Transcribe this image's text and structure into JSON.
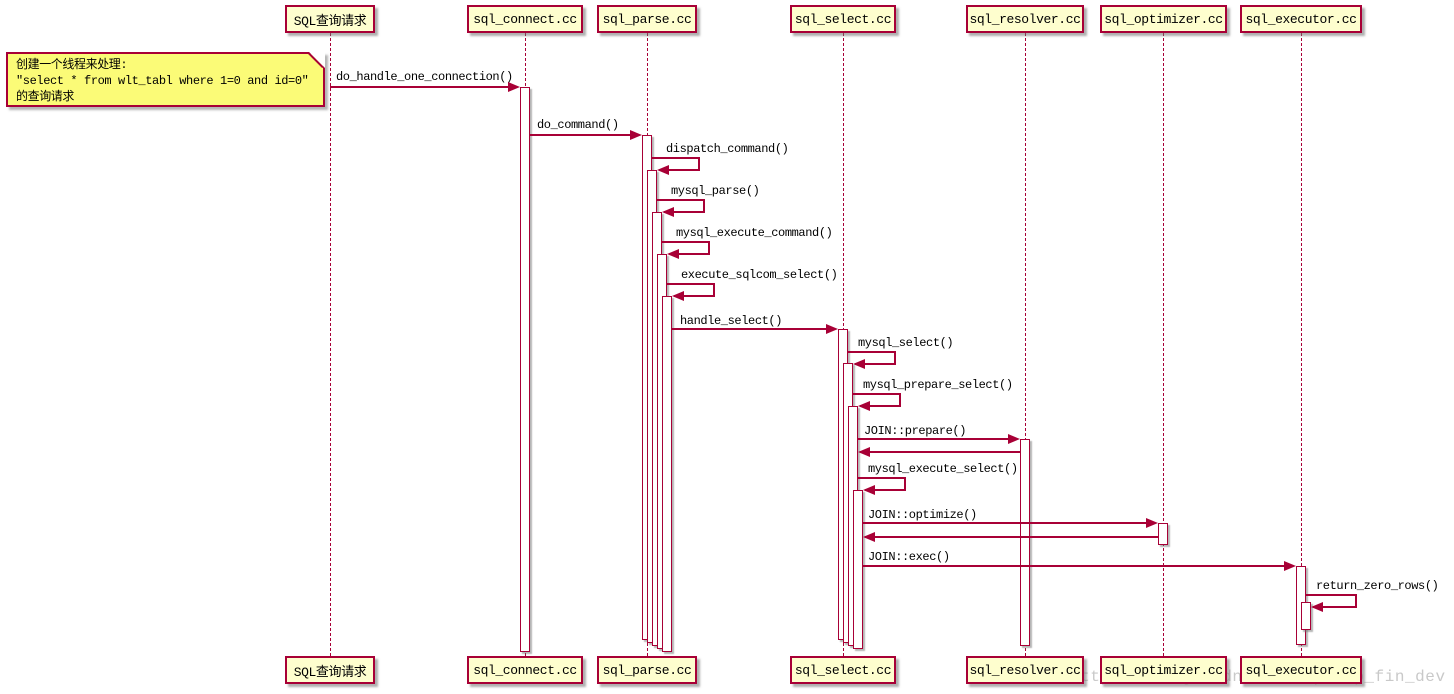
{
  "diagram": {
    "type": "sequence-diagram",
    "participants": [
      {
        "label": "SQL查询请求"
      },
      {
        "label": "sql_connect.cc"
      },
      {
        "label": "sql_parse.cc"
      },
      {
        "label": "sql_select.cc"
      },
      {
        "label": "sql_resolver.cc"
      },
      {
        "label": "sql_optimizer.cc"
      },
      {
        "label": "sql_executor.cc"
      }
    ],
    "note": {
      "line1": "创建一个线程来处理:",
      "line2": "\"select * from wlt_tabl where 1=0 and id=0\"",
      "line3": "的查询请求"
    },
    "messages": [
      {
        "label": "do_handle_one_connection()",
        "from": "SQL查询请求",
        "to": "sql_connect.cc",
        "type": "call"
      },
      {
        "label": "do_command()",
        "from": "sql_connect.cc",
        "to": "sql_parse.cc",
        "type": "call"
      },
      {
        "label": "dispatch_command()",
        "from": "sql_parse.cc",
        "to": "sql_parse.cc",
        "type": "self"
      },
      {
        "label": "mysql_parse()",
        "from": "sql_parse.cc",
        "to": "sql_parse.cc",
        "type": "self"
      },
      {
        "label": "mysql_execute_command()",
        "from": "sql_parse.cc",
        "to": "sql_parse.cc",
        "type": "self"
      },
      {
        "label": "execute_sqlcom_select()",
        "from": "sql_parse.cc",
        "to": "sql_parse.cc",
        "type": "self"
      },
      {
        "label": "handle_select()",
        "from": "sql_parse.cc",
        "to": "sql_select.cc",
        "type": "call"
      },
      {
        "label": "mysql_select()",
        "from": "sql_select.cc",
        "to": "sql_select.cc",
        "type": "self"
      },
      {
        "label": "mysql_prepare_select()",
        "from": "sql_select.cc",
        "to": "sql_select.cc",
        "type": "self"
      },
      {
        "label": "JOIN::prepare()",
        "from": "sql_select.cc",
        "to": "sql_resolver.cc",
        "type": "call-return"
      },
      {
        "label": "mysql_execute_select()",
        "from": "sql_select.cc",
        "to": "sql_select.cc",
        "type": "self"
      },
      {
        "label": "JOIN::optimize()",
        "from": "sql_select.cc",
        "to": "sql_optimizer.cc",
        "type": "call-return"
      },
      {
        "label": "JOIN::exec()",
        "from": "sql_select.cc",
        "to": "sql_executor.cc",
        "type": "call"
      },
      {
        "label": "return_zero_rows()",
        "from": "sql_executor.cc",
        "to": "sql_executor.cc",
        "type": "self"
      }
    ],
    "watermark": "https://blog.csdn.net/vipshop_fin_dev",
    "colors": {
      "accent": "#A80036",
      "participant_fill": "#FEFECE",
      "note_fill": "#FBFB77",
      "activation_fill": "#FFFFFF",
      "watermark": "#C9C9C9"
    }
  }
}
